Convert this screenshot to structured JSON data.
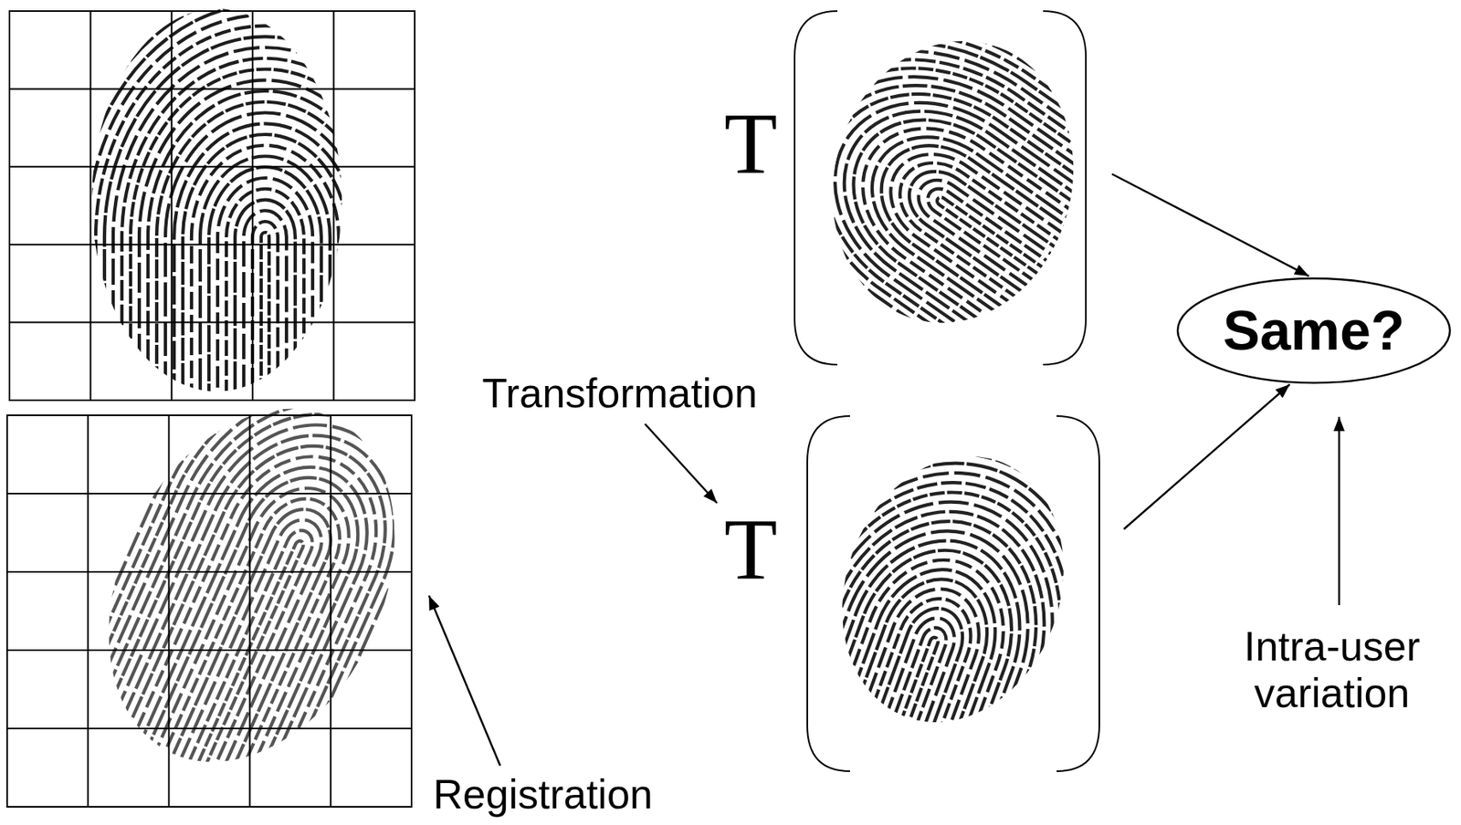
{
  "diagram": {
    "nodes": [
      {
        "text": [
          "T"
        ]
      },
      {
        "text": [
          "T"
        ]
      },
      {
        "text": [
          "Same?"
        ]
      }
    ],
    "edges": [
      {
        "from": 0,
        "to": 2,
        "arrow": "to"
      },
      {
        "from": 1,
        "to": 2,
        "arrow": "to"
      }
    ],
    "labels": [
      "Transformation",
      "Registration",
      "Intra-user variation"
    ]
  }
}
